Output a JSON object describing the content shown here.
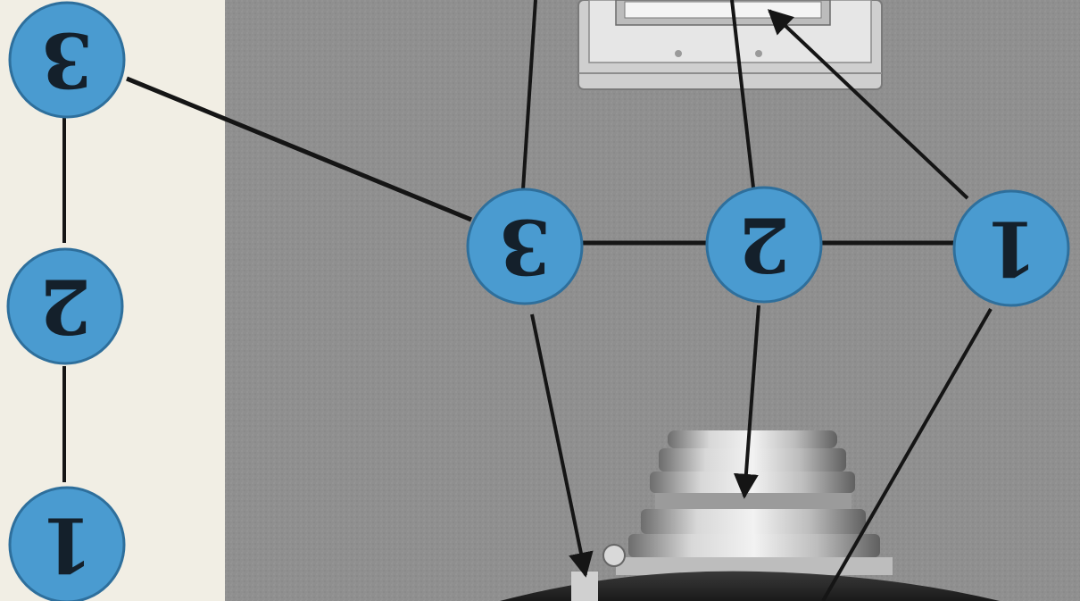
{
  "badges": {
    "left_top": "3",
    "left_middle": "2",
    "left_bottom": "1",
    "photo_left": "3",
    "photo_center": "2",
    "photo_right": "1"
  },
  "colors": {
    "badge_fill": "#4a9bd0",
    "badge_stroke": "#2e6f9c",
    "line": "#151515",
    "numeral": "#14202b",
    "background_paper": "#f1eee4",
    "photo_backdrop": "#8e8e8e"
  }
}
